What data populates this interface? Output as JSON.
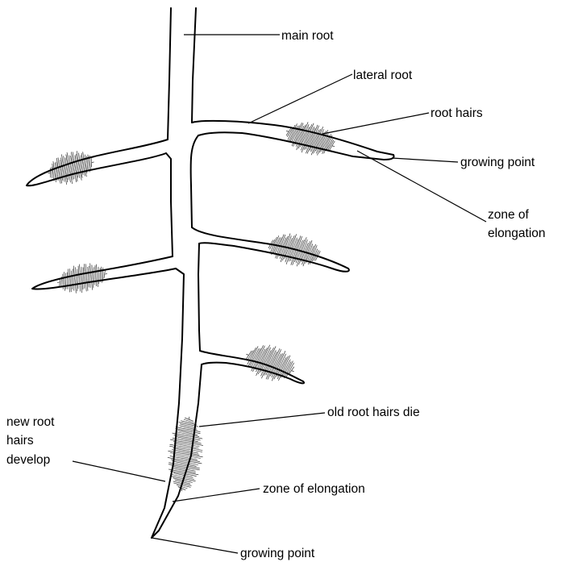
{
  "labels": {
    "main_root": "main root",
    "lateral_root": "lateral root",
    "root_hairs": "root hairs",
    "growing_point_lateral": "growing point",
    "zone_elongation_lateral_1": "zone of",
    "zone_elongation_lateral_2": "elongation",
    "old_root_hairs_die": "old root hairs die",
    "new_root_hairs_1": "new root",
    "new_root_hairs_2": "hairs",
    "new_root_hairs_3": "develop",
    "zone_elongation_main": "zone of elongation",
    "growing_point_main": "growing point"
  }
}
